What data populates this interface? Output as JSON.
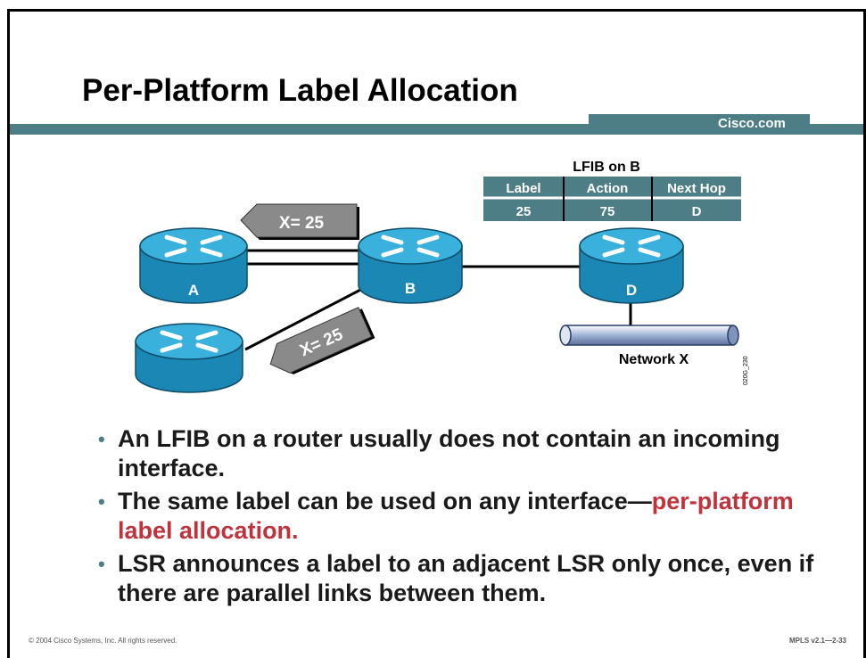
{
  "slide": {
    "title": "Per-Platform Label Allocation",
    "brand": "Cisco.com",
    "footer_left": "© 2004 Cisco Systems, Inc. All rights reserved.",
    "footer_right": "MPLS v2.1—2-33",
    "figure_id": "020G_230"
  },
  "diagram": {
    "routers": [
      "A",
      "B",
      "D"
    ],
    "label_tag_top": "X= 25",
    "label_tag_bottom": "X= 25",
    "network_label": "Network X",
    "lfib": {
      "title": "LFIB on B",
      "headers": [
        "Label",
        "Action",
        "Next Hop"
      ],
      "row": [
        "25",
        "75",
        "D"
      ]
    }
  },
  "bullets": [
    {
      "text": "An LFIB on a router usually does not contain an incoming interface.",
      "highlight": ""
    },
    {
      "text": "The same label can be used on any interface—",
      "highlight": "per-platform label allocation."
    },
    {
      "text": "LSR announces a label to an adjacent LSR only once, even if there are parallel links between them.",
      "highlight": ""
    }
  ],
  "colors": {
    "accent": "#4d7d85",
    "router": "#1f98c8",
    "highlight": "#c0323c"
  }
}
